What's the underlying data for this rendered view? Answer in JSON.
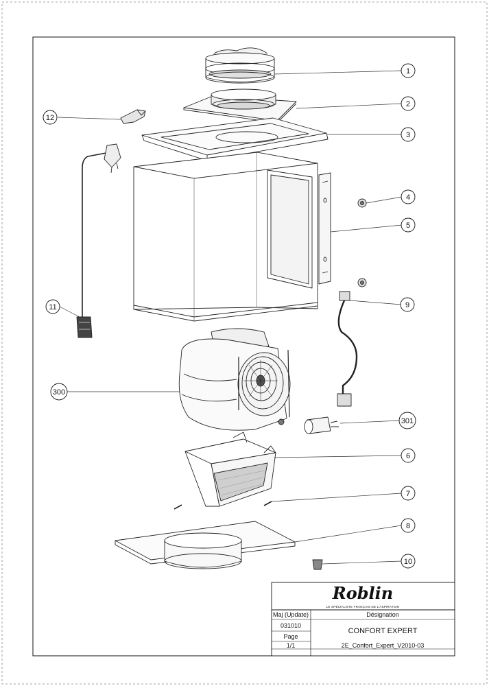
{
  "callouts": [
    "1",
    "2",
    "3",
    "4",
    "5",
    "9",
    "11",
    "12",
    "300",
    "301",
    "6",
    "7",
    "8",
    "10"
  ],
  "title_block": {
    "logo": "Roblin",
    "tagline": "LE SPÉCIALISTE FRANÇAIS DE L'ASPIRATION",
    "maj_label": "Maj (Update)",
    "maj_value": "031010",
    "page_label": "Page",
    "page_value": "1/1",
    "designation_label": "Désignation",
    "designation_value": "CONFORT EXPERT",
    "document_ref": "2E_Confort_Expert_V2010-03"
  }
}
